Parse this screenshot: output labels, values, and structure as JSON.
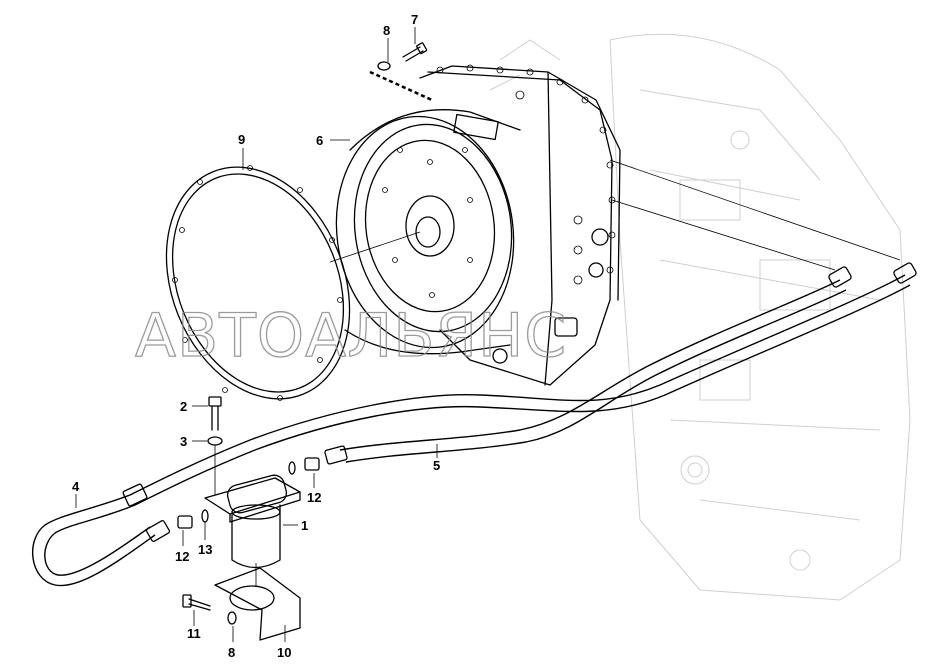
{
  "watermark": "АВТОАЛЬЯНС",
  "callouts": [
    {
      "id": "c1",
      "label": "1"
    },
    {
      "id": "c2",
      "label": "2"
    },
    {
      "id": "c3",
      "label": "3"
    },
    {
      "id": "c4",
      "label": "4"
    },
    {
      "id": "c5",
      "label": "5"
    },
    {
      "id": "c6",
      "label": "6"
    },
    {
      "id": "c7",
      "label": "7"
    },
    {
      "id": "c8a",
      "label": "8"
    },
    {
      "id": "c8b",
      "label": "8"
    },
    {
      "id": "c9",
      "label": "9"
    },
    {
      "id": "c10",
      "label": "10"
    },
    {
      "id": "c11",
      "label": "11"
    },
    {
      "id": "c12a",
      "label": "12"
    },
    {
      "id": "c12b",
      "label": "12"
    },
    {
      "id": "c13",
      "label": "13"
    }
  ]
}
